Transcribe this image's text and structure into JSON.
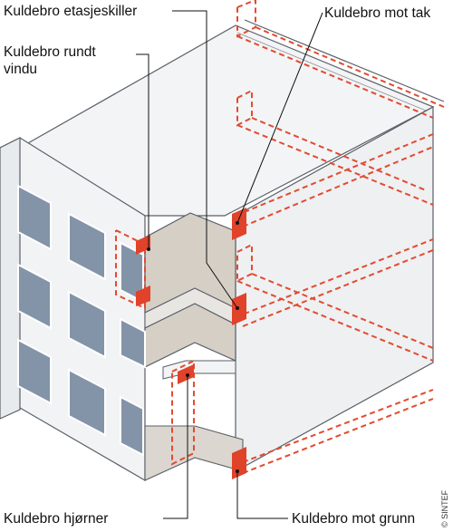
{
  "labels": {
    "etasjeskiller": "Kuldebro etasjeskiller",
    "mot_tak": "Kuldebro mot tak",
    "rundt_vindu_line1": "Kuldebro rundt",
    "rundt_vindu_line2": "vindu",
    "hjorner": "Kuldebro hjørner",
    "mot_grunn": "Kuldebro mot grunn"
  },
  "credit": "© SINTEF",
  "colors": {
    "wall": "#f1f3f5",
    "wall_side": "#e6e9ec",
    "outline": "#5a5f66",
    "window": "#8393a8",
    "window_frame": "#ffffff",
    "interior": "#d5cfc6",
    "thermal_bridge": "#e34a2f",
    "thermal_bridge_solid": "#e0422a"
  }
}
